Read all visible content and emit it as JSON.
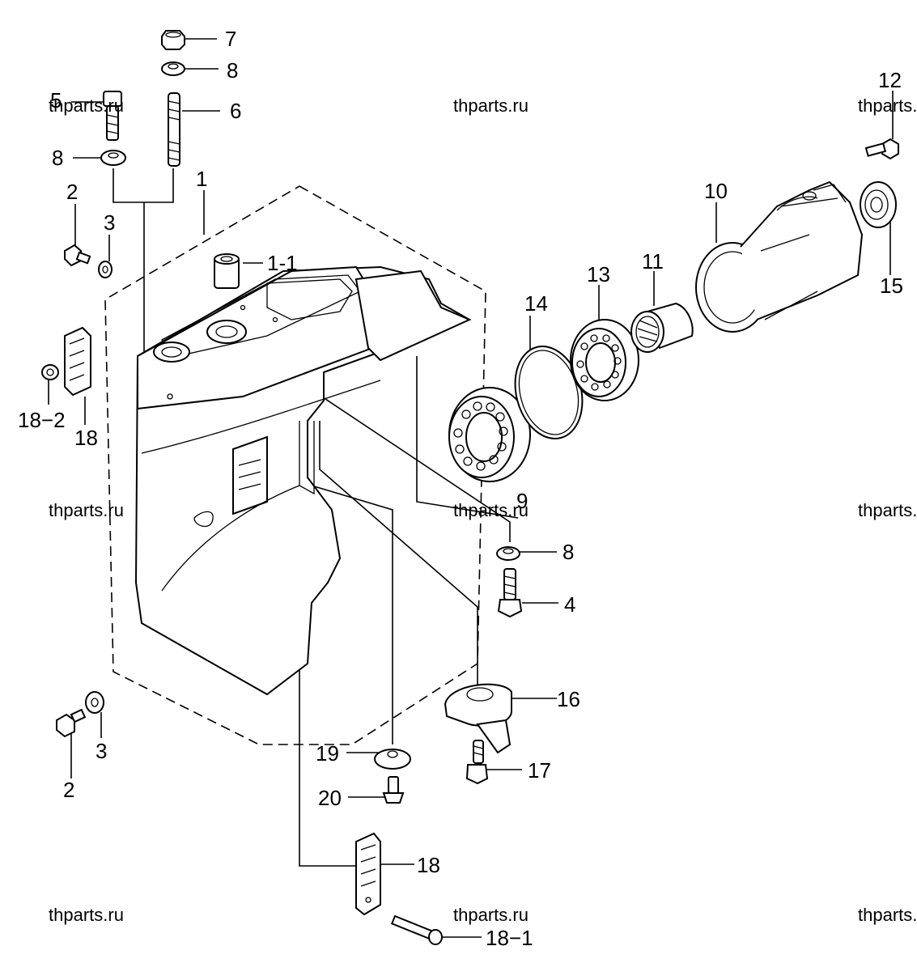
{
  "watermark": "thparts.ru",
  "callouts": {
    "c1": "1",
    "c1_1": "1-1",
    "c2a": "2",
    "c2b": "2",
    "c3a": "3",
    "c3b": "3",
    "c4": "4",
    "c5": "5",
    "c6": "6",
    "c7": "7",
    "c8a": "8",
    "c8b": "8",
    "c8c": "8",
    "c9": "9",
    "c10": "10",
    "c11": "11",
    "c12": "12",
    "c13": "13",
    "c14": "14",
    "c15": "15",
    "c16": "16",
    "c17": "17",
    "c18a": "18",
    "c18b": "18",
    "c18_1": "18−1",
    "c18_2": "18−2",
    "c19": "19",
    "c20": "20"
  }
}
